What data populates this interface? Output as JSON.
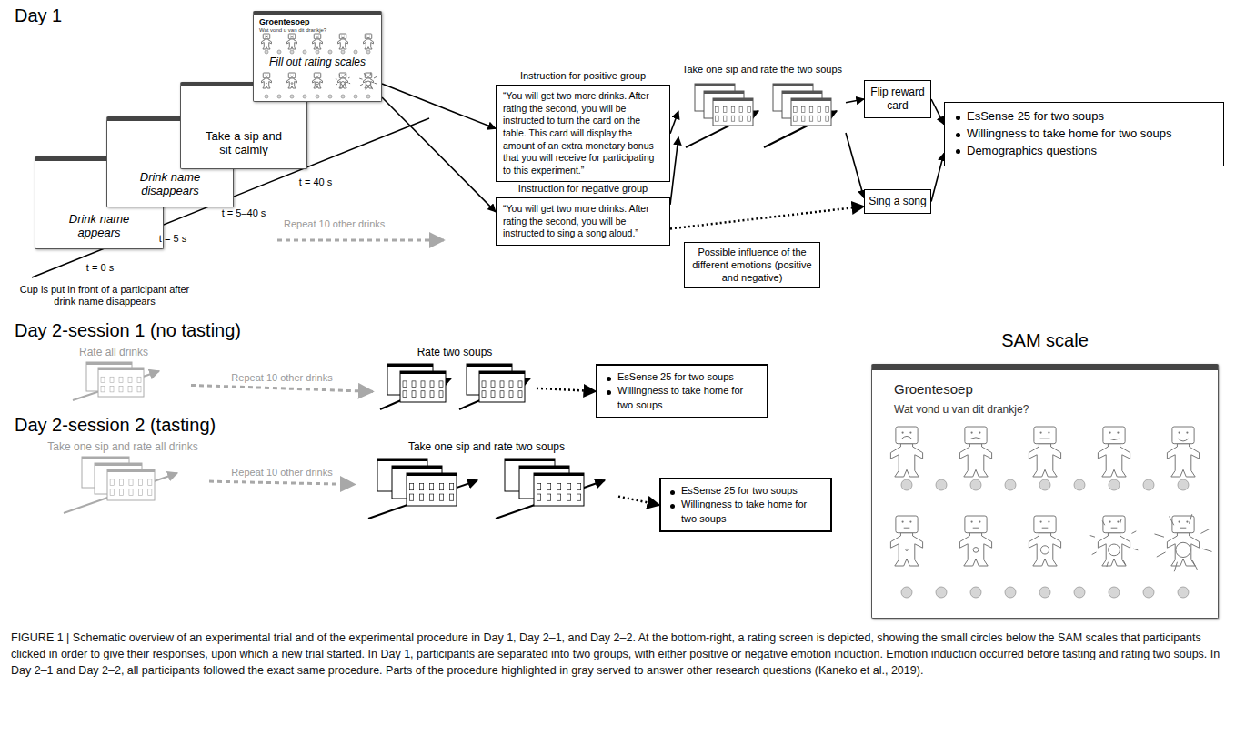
{
  "diagram": {
    "caption": "FIGURE 1 | Schematic overview of an experimental trial and of the experimental procedure in Day 1, Day 2–1, and Day 2–2. At the bottom-right, a rating screen is depicted, showing the small circles below the SAM scales that participants clicked in order to give their responses, upon which a new trial started. In Day 1, participants are separated into two groups, with either positive or negative emotion induction. Emotion induction occurred before tasting and rating two soups. In Day 2–1 and Day 2–2, all participants followed the exact same procedure. Parts of the procedure highlighted in gray served to answer other research questions (Kaneko et al., 2019).",
    "nodes": [
      {
        "text": [
          "Drink name appears"
        ]
      },
      {
        "text": [
          "Drink name disappears"
        ]
      },
      {
        "text": [
          "Take a sip and sit calmly"
        ]
      },
      {
        "text": [
          "Groentesoep",
          "Wat vond u van dit drankje?",
          "Fill out rating scales"
        ]
      },
      {
        "text": [
          "Instruction for positive group",
          "“You will get two more drinks. After rating the second, you will be instructed to turn the card on the table. This card will display the amount of an extra monetary bonus that you will receive for participating to this experiment.”"
        ]
      },
      {
        "text": [
          "Instruction for negative group",
          "“You will get two more drinks. After rating the second, you will be instructed to sing a song aloud.”"
        ]
      },
      {
        "text": [
          "Take one sip and rate the two soups"
        ]
      },
      {
        "text": [
          "Possible influence of the different emotions (positive and negative)"
        ]
      },
      {
        "text": [
          "Flip reward card"
        ]
      },
      {
        "text": [
          "Sing a song"
        ]
      },
      {
        "text": [
          "EsSense 25 for two soups",
          "Willingness to take home for two soups",
          "Demographics questions"
        ]
      },
      {
        "text": [
          "Rate all drinks"
        ]
      },
      {
        "text": [
          "Rate two soups"
        ]
      },
      {
        "text": [
          "EsSense 25 for two soups",
          "Willingness to take home for two soups"
        ]
      },
      {
        "text": [
          "Take one sip and rate all drinks"
        ]
      },
      {
        "text": [
          "Take one sip and rate two soups"
        ]
      },
      {
        "text": [
          "EsSense 25 for two soups",
          "Willingness to take home for two soups"
        ]
      },
      {
        "text": [
          "SAM scale",
          "Groentesoep",
          "Wat vond u van dit drankje?"
        ]
      }
    ],
    "edges": [
      {
        "from": 3,
        "to": 4,
        "arrow": "to"
      },
      {
        "from": 3,
        "to": 5,
        "arrow": "to"
      },
      {
        "from": 4,
        "to": 6,
        "arrow": "to"
      },
      {
        "from": 5,
        "to": 6,
        "arrow": "to"
      },
      {
        "from": 5,
        "to": 9,
        "arrow": "to"
      },
      {
        "from": 6,
        "to": 8,
        "arrow": "to"
      },
      {
        "from": 6,
        "to": 9,
        "arrow": "to"
      },
      {
        "from": 8,
        "to": 10,
        "arrow": "to"
      },
      {
        "from": 9,
        "to": 10,
        "arrow": "to"
      },
      {
        "from": 11,
        "to": 12,
        "label": "Repeat 10 other drinks",
        "arrow": "to"
      },
      {
        "from": 12,
        "to": 13,
        "arrow": "to"
      },
      {
        "from": 14,
        "to": 15,
        "label": "Repeat 10 other drinks",
        "arrow": "to"
      },
      {
        "from": 15,
        "to": 16,
        "arrow": "to"
      }
    ],
    "labels": [
      "Day 1",
      "t = 0 s",
      "t = 5 s",
      "t = 5–40 s",
      "t = 40 s",
      "Cup is put in front of a participant after drink name disappears",
      "Repeat 10 other drinks",
      "Day 2-session 1 (no tasting)",
      "Day 2-session 2 (tasting)"
    ]
  }
}
